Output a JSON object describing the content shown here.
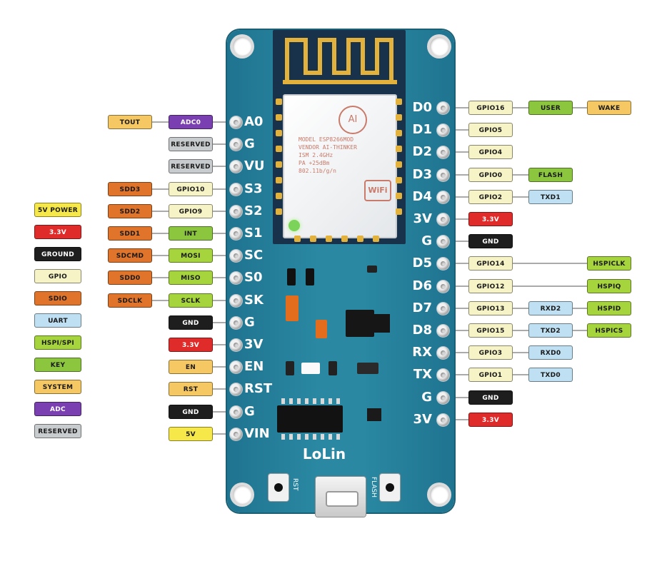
{
  "board": {
    "name": "LoLin",
    "rst_label": "RST",
    "flash_label": "FLASH",
    "module_lines": [
      "MODEL  ESP8266MOD",
      "VENDOR  AI-THINKER",
      "ISM 2.4GHz",
      "PA +25dBm",
      "802.11b/g/n"
    ],
    "module_logo": "AI",
    "wifi_mark": "WiFi"
  },
  "colors": {
    "5v_power": "#f7e84a",
    "power_3v3": "#e02b2b",
    "ground": "#1e1e1e",
    "gpio": "#f6f3c6",
    "sdio": "#e0742a",
    "uart": "#bfe0f2",
    "hspi": "#a6d43c",
    "key": "#8cc63e",
    "system": "#f5c864",
    "adc": "#7a3fb1",
    "reserved": "#c9ccce",
    "board": "#28839d",
    "board_dark": "#1c6a80"
  },
  "legend": [
    {
      "label": "5V POWER",
      "kind": "5v_power"
    },
    {
      "label": "3.3V",
      "kind": "power_3v3"
    },
    {
      "label": "GROUND",
      "kind": "ground"
    },
    {
      "label": "GPIO",
      "kind": "gpio"
    },
    {
      "label": "SDIO",
      "kind": "sdio"
    },
    {
      "label": "UART",
      "kind": "uart"
    },
    {
      "label": "HSPI/SPI",
      "kind": "hspi"
    },
    {
      "label": "KEY",
      "kind": "key"
    },
    {
      "label": "SYSTEM",
      "kind": "system"
    },
    {
      "label": "ADC",
      "kind": "adc"
    },
    {
      "label": "RESERVED",
      "kind": "reserved"
    }
  ],
  "left_pins": [
    {
      "pin": "A0",
      "tags": [
        {
          "label": "ADC0",
          "kind": "adc"
        },
        {
          "label": "TOUT",
          "kind": "system"
        }
      ]
    },
    {
      "pin": "G",
      "tags": [
        {
          "label": "RESERVED",
          "kind": "reserved"
        }
      ]
    },
    {
      "pin": "VU",
      "tags": [
        {
          "label": "RESERVED",
          "kind": "reserved"
        }
      ]
    },
    {
      "pin": "S3",
      "tags": [
        {
          "label": "GPIO10",
          "kind": "gpio"
        },
        {
          "label": "SDD3",
          "kind": "sdio"
        }
      ]
    },
    {
      "pin": "S2",
      "tags": [
        {
          "label": "GPIO9",
          "kind": "gpio"
        },
        {
          "label": "SDD2",
          "kind": "sdio"
        }
      ]
    },
    {
      "pin": "S1",
      "tags": [
        {
          "label": "INT",
          "kind": "key"
        },
        {
          "label": "SDD1",
          "kind": "sdio"
        }
      ]
    },
    {
      "pin": "SC",
      "tags": [
        {
          "label": "MOSI",
          "kind": "hspi"
        },
        {
          "label": "SDCMD",
          "kind": "sdio"
        }
      ]
    },
    {
      "pin": "S0",
      "tags": [
        {
          "label": "MISO",
          "kind": "hspi"
        },
        {
          "label": "SDD0",
          "kind": "sdio"
        }
      ]
    },
    {
      "pin": "SK",
      "tags": [
        {
          "label": "SCLK",
          "kind": "hspi"
        },
        {
          "label": "SDCLK",
          "kind": "sdio"
        }
      ]
    },
    {
      "pin": "G",
      "tags": [
        {
          "label": "GND",
          "kind": "ground"
        }
      ]
    },
    {
      "pin": "3V",
      "tags": [
        {
          "label": "3.3V",
          "kind": "power_3v3"
        }
      ]
    },
    {
      "pin": "EN",
      "tags": [
        {
          "label": "EN",
          "kind": "system"
        }
      ]
    },
    {
      "pin": "RST",
      "tags": [
        {
          "label": "RST",
          "kind": "system"
        }
      ]
    },
    {
      "pin": "G",
      "tags": [
        {
          "label": "GND",
          "kind": "ground"
        }
      ]
    },
    {
      "pin": "VIN",
      "tags": [
        {
          "label": "5V",
          "kind": "5v_power"
        }
      ]
    }
  ],
  "right_pins": [
    {
      "pin": "D0",
      "tags": [
        {
          "label": "GPIO16",
          "kind": "gpio"
        },
        {
          "label": "USER",
          "kind": "key"
        },
        {
          "label": "WAKE",
          "kind": "system"
        }
      ]
    },
    {
      "pin": "D1",
      "tags": [
        {
          "label": "GPIO5",
          "kind": "gpio"
        }
      ]
    },
    {
      "pin": "D2",
      "tags": [
        {
          "label": "GPIO4",
          "kind": "gpio"
        }
      ]
    },
    {
      "pin": "D3",
      "tags": [
        {
          "label": "GPIO0",
          "kind": "gpio"
        },
        {
          "label": "FLASH",
          "kind": "key"
        }
      ]
    },
    {
      "pin": "D4",
      "tags": [
        {
          "label": "GPIO2",
          "kind": "gpio"
        },
        {
          "label": "TXD1",
          "kind": "uart"
        }
      ]
    },
    {
      "pin": "3V",
      "tags": [
        {
          "label": "3.3V",
          "kind": "power_3v3"
        }
      ]
    },
    {
      "pin": "G",
      "tags": [
        {
          "label": "GND",
          "kind": "ground"
        }
      ]
    },
    {
      "pin": "D5",
      "tags": [
        {
          "label": "GPIO14",
          "kind": "gpio"
        },
        {
          "label": "HSPICLK",
          "kind": "hspi",
          "far": true
        }
      ]
    },
    {
      "pin": "D6",
      "tags": [
        {
          "label": "GPIO12",
          "kind": "gpio"
        },
        {
          "label": "HSPIQ",
          "kind": "hspi",
          "far": true
        }
      ]
    },
    {
      "pin": "D7",
      "tags": [
        {
          "label": "GPIO13",
          "kind": "gpio"
        },
        {
          "label": "RXD2",
          "kind": "uart"
        },
        {
          "label": "HSPID",
          "kind": "hspi"
        }
      ]
    },
    {
      "pin": "D8",
      "tags": [
        {
          "label": "GPIO15",
          "kind": "gpio"
        },
        {
          "label": "TXD2",
          "kind": "uart"
        },
        {
          "label": "HSPICS",
          "kind": "hspi"
        }
      ]
    },
    {
      "pin": "RX",
      "tags": [
        {
          "label": "GPIO3",
          "kind": "gpio"
        },
        {
          "label": "RXD0",
          "kind": "uart"
        }
      ]
    },
    {
      "pin": "TX",
      "tags": [
        {
          "label": "GPIO1",
          "kind": "gpio"
        },
        {
          "label": "TXD0",
          "kind": "uart"
        }
      ]
    },
    {
      "pin": "G",
      "tags": [
        {
          "label": "GND",
          "kind": "ground"
        }
      ]
    },
    {
      "pin": "3V",
      "tags": [
        {
          "label": "3.3V",
          "kind": "power_3v3"
        }
      ]
    }
  ]
}
